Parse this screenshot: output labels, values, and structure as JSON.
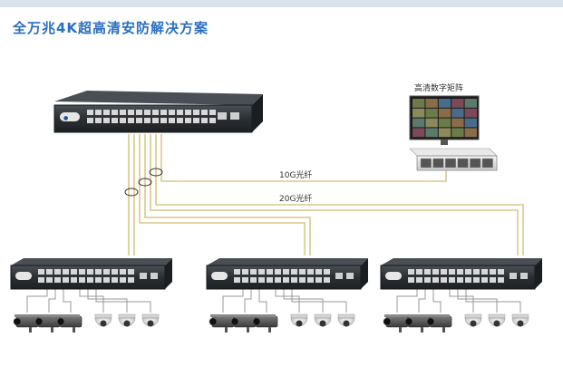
{
  "title": "全万兆4K超高清安防解决方案",
  "matrix": {
    "label": "高清数字矩阵"
  },
  "links": [
    {
      "label": "10G光纤"
    },
    {
      "label": "20G光纤"
    }
  ],
  "colors": {
    "title": "#2a6fc2",
    "fiber": "#d9c98a",
    "cable": "#9a9a9a",
    "switch_body": "#2b2f33"
  },
  "icons": [
    "core-switch-icon",
    "access-switch-icon",
    "digital-matrix-icon",
    "bullet-camera-icon",
    "dome-camera-icon"
  ]
}
